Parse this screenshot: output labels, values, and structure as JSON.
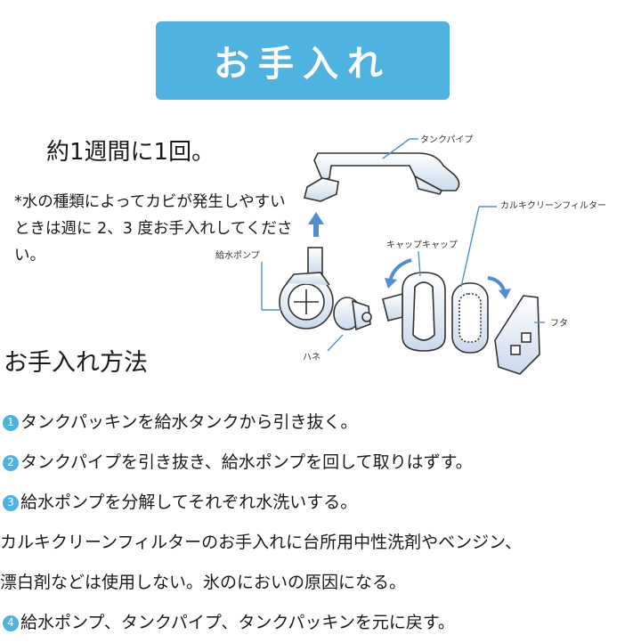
{
  "title": "お手入れ",
  "frequency": "約1週間に1回。",
  "note": "*水の種類によってカビが発生しやすいときは週に 2、3 度お手入れしてください。",
  "diagram": {
    "labels": {
      "tank_pipe": "タンクパイプ",
      "calcium_filter": "カルキクリーンフィルター",
      "cap": "キャップキャップ",
      "pump": "給水ポンプ",
      "impeller": "ハネ",
      "lid": "フタ"
    },
    "accent_color": "#4f8fd1"
  },
  "method_heading": "お手入れ方法",
  "steps": [
    {
      "num": "1",
      "text": "タンクパッキンを給水タンクから引き抜く。"
    },
    {
      "num": "2",
      "text": "タンクパイプを引き抜き、給水ポンプを回して取りはずす。"
    },
    {
      "num": "3",
      "text": "給水ポンプを分解してそれぞれ水洗いする。"
    },
    {
      "num": "",
      "text": "カルキクリーンフィルターのお手入れに台所用中性洗剤やベンジン、"
    },
    {
      "num": "",
      "text": "漂白剤などは使用しない。氷のにおいの原因になる。"
    },
    {
      "num": "4",
      "text": "給水ポンプ、タンクパイプ、タンクパッキンを元に戻す。"
    }
  ]
}
